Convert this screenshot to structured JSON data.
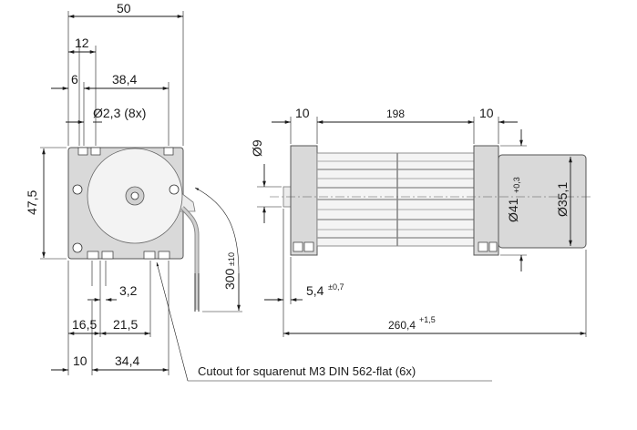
{
  "front_view": {
    "dims": {
      "width_total": "50",
      "offset_12": "12",
      "offset_6": "6",
      "hole_span": "38,4",
      "hole_diameter": "Ø2,3 (8x)",
      "height": "47,5",
      "cable_length": "300",
      "cable_tol": "±10",
      "slot_3_2": "3,2",
      "dist_16_5": "16,5",
      "dist_21_5": "21,5",
      "dist_10": "10",
      "dist_34_4": "34,4"
    },
    "note": "Cutout for squarenut M3 DIN 562-flat (6x)"
  },
  "side_view": {
    "dims": {
      "end_left": "10",
      "length_198": "198",
      "end_right": "10",
      "shaft_dia": "Ø9",
      "outer_dia": "Ø41",
      "outer_tol": "+0,3",
      "motor_dia": "Ø35,1",
      "shaft_len": "5,4",
      "shaft_tol": "±0,7",
      "overall": "260,4",
      "overall_tol": "+1,5"
    }
  }
}
